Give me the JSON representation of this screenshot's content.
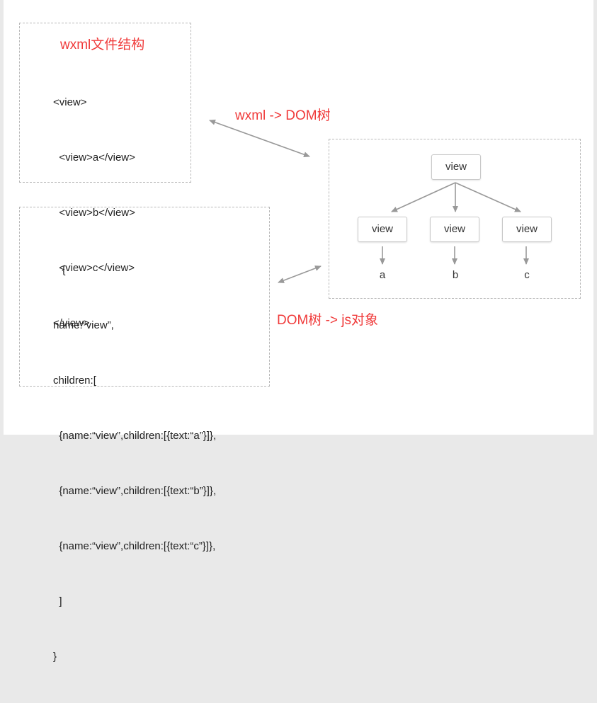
{
  "wxml_box": {
    "title": "wxml文件结构",
    "lines": [
      "<view>",
      "  <view>a</view>",
      "  <view>b</view>",
      "  <view>c</view>",
      "</view>"
    ]
  },
  "arrow_labels": {
    "wxml_to_dom": "wxml -> DOM树",
    "dom_to_js": "DOM树 -> js对象"
  },
  "tree": {
    "root": "view",
    "children": [
      {
        "label": "view",
        "leaf": "a"
      },
      {
        "label": "view",
        "leaf": "b"
      },
      {
        "label": "view",
        "leaf": "c"
      }
    ]
  },
  "js_box": {
    "lines": [
      "   {",
      "name:“view”,",
      "children:[",
      "  {name:“view”,children:[{text:“a”}]},",
      "  {name:“view”,children:[{text:“b”}]},",
      "  {name:“view”,children:[{text:“c”}]},",
      "  ]",
      "}"
    ]
  },
  "colors": {
    "accent_red": "#f03b3b",
    "arrow": "#999999",
    "dashed_border": "#b8b8b8"
  }
}
